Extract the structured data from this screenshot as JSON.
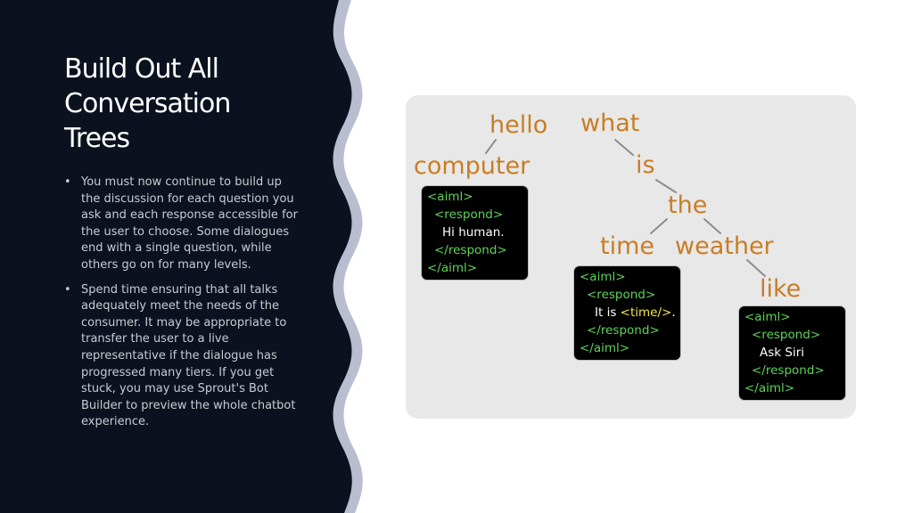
{
  "slide": {
    "title_lines": [
      "Build Out All",
      "Conversation",
      "Trees"
    ],
    "bullets": [
      "You must now continue to build up the discussion for each question you ask and each response accessible for the user to choose. Some dialogues end with a single question, while others go on for many levels.",
      " Spend time ensuring that all talks adequately meet the needs of the consumer. It may be appropriate to transfer the user to a live representative  if the dialogue has progressed  many tiers. If you get stuck, you may use Sprout's Bot Builder to preview the whole chatbot experience."
    ]
  },
  "colors": {
    "sidebar": "#0b111e",
    "wave": "#b8bed0",
    "panel": "#e8e8e8",
    "node_word": "#c97d25",
    "code_tag": "#5fd35a",
    "code_template_tag": "#f2e64a",
    "code_text": "#ffffff"
  },
  "diagram": {
    "nodes": {
      "hello": "hello",
      "computer": "computer",
      "what": "what",
      "is": "is",
      "the": "the",
      "time": "time",
      "weather": "weather",
      "like": "like"
    },
    "code_hello": {
      "open": "<aiml>",
      "respond_open": "<respond>",
      "text": "Hi human.",
      "respond_close": "</respond>",
      "close": "</aiml>"
    },
    "code_time": {
      "open": "<aiml>",
      "respond_open": "<respond>",
      "text_before": "It is ",
      "text_tag": "<time/>",
      "text_after": ".",
      "respond_close": "</respond>",
      "close": "</aiml>"
    },
    "code_weather": {
      "open": "<aiml>",
      "respond_open": "<respond>",
      "text": "Ask Siri",
      "respond_close": "</respond>",
      "close": "</aiml>"
    }
  }
}
